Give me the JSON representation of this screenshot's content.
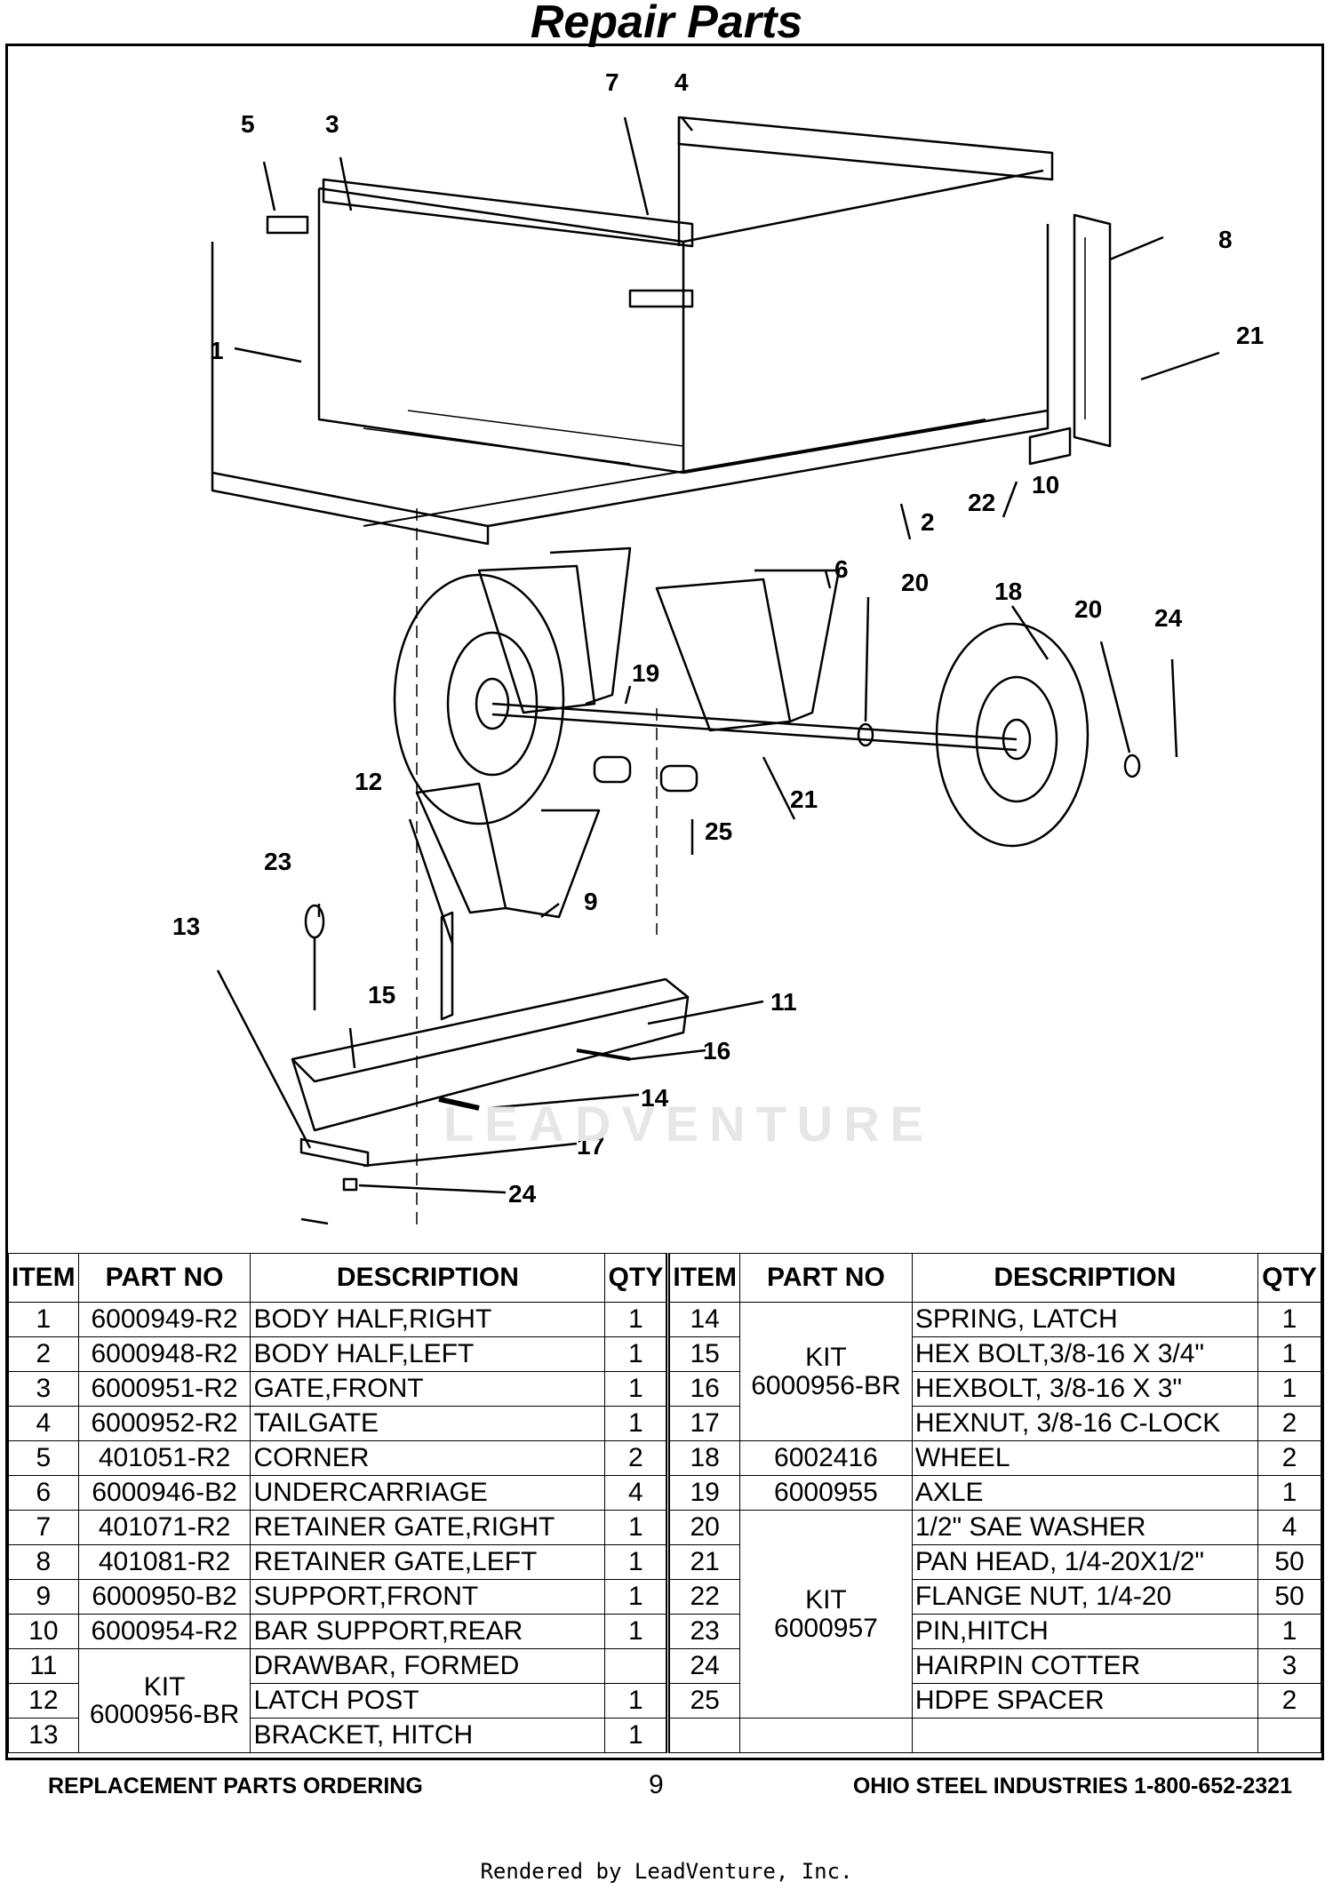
{
  "header": {
    "title": "Repair Parts"
  },
  "watermark": "LEADVENTURE",
  "diagram": {
    "callouts": [
      "5",
      "3",
      "7",
      "4",
      "8",
      "21",
      "1",
      "22",
      "10",
      "2",
      "6",
      "20",
      "18",
      "20",
      "24",
      "19",
      "21",
      "12",
      "25",
      "23",
      "9",
      "13",
      "11",
      "15",
      "16",
      "14",
      "17",
      "24"
    ]
  },
  "table": {
    "headers": [
      "ITEM",
      "PART NO",
      "DESCRIPTION",
      "QTY",
      "ITEM",
      "PART NO",
      "DESCRIPTION",
      "QTY"
    ],
    "left": [
      {
        "item": "1",
        "part": "6000949-R2",
        "desc": "BODY HALF,RIGHT",
        "qty": "1"
      },
      {
        "item": "2",
        "part": "6000948-R2",
        "desc": "BODY HALF,LEFT",
        "qty": "1"
      },
      {
        "item": "3",
        "part": "6000951-R2",
        "desc": "GATE,FRONT",
        "qty": "1"
      },
      {
        "item": "4",
        "part": "6000952-R2",
        "desc": "TAILGATE",
        "qty": "1"
      },
      {
        "item": "5",
        "part": "401051-R2",
        "desc": "CORNER",
        "qty": "2"
      },
      {
        "item": "6",
        "part": "6000946-B2",
        "desc": "UNDERCARRIAGE",
        "qty": "4"
      },
      {
        "item": "7",
        "part": "401071-R2",
        "desc": "RETAINER GATE,RIGHT",
        "qty": "1"
      },
      {
        "item": "8",
        "part": "401081-R2",
        "desc": "RETAINER GATE,LEFT",
        "qty": "1"
      },
      {
        "item": "9",
        "part": "6000950-B2",
        "desc": "SUPPORT,FRONT",
        "qty": "1"
      },
      {
        "item": "10",
        "part": "6000954-R2",
        "desc": "BAR SUPPORT,REAR",
        "qty": "1"
      },
      {
        "item": "11",
        "part": "",
        "desc": "DRAWBAR, FORMED",
        "qty": ""
      },
      {
        "item": "12",
        "part": "",
        "desc": "LATCH POST",
        "qty": "1"
      },
      {
        "item": "13",
        "part": "",
        "desc": "BRACKET, HITCH",
        "qty": "1"
      }
    ],
    "kit_left": {
      "line1": "KIT",
      "line2": "6000956-BR"
    },
    "right": [
      {
        "item": "14",
        "desc": "SPRING, LATCH",
        "qty": "1"
      },
      {
        "item": "15",
        "desc": "HEX BOLT,3/8-16 X 3/4\"",
        "qty": "1"
      },
      {
        "item": "16",
        "desc": "HEXBOLT, 3/8-16 X 3\"",
        "qty": "1"
      },
      {
        "item": "17",
        "desc": "HEXNUT, 3/8-16 C-LOCK",
        "qty": "2"
      },
      {
        "item": "18",
        "part": "6002416",
        "desc": "WHEEL",
        "qty": "2"
      },
      {
        "item": "19",
        "part": "6000955",
        "desc": "AXLE",
        "qty": "1"
      },
      {
        "item": "20",
        "desc": "1/2\" SAE WASHER",
        "qty": "4"
      },
      {
        "item": "21",
        "desc": "PAN HEAD, 1/4-20X1/2\"",
        "qty": "50"
      },
      {
        "item": "22",
        "desc": "FLANGE NUT, 1/4-20",
        "qty": "50"
      },
      {
        "item": "23",
        "desc": "PIN,HITCH",
        "qty": "1"
      },
      {
        "item": "24",
        "desc": "HAIRPIN COTTER",
        "qty": "3"
      },
      {
        "item": "25",
        "desc": "HDPE SPACER",
        "qty": "2"
      }
    ],
    "kit_right_a": {
      "line1": "KIT",
      "line2": "6000956-BR"
    },
    "kit_right_b": {
      "line1": "KIT",
      "line2": "6000957"
    }
  },
  "footer": {
    "left": "REPLACEMENT PARTS ORDERING",
    "page": "9",
    "right": "OHIO STEEL INDUSTRIES 1-800-652-2321"
  },
  "credit": "Rendered by LeadVenture, Inc."
}
